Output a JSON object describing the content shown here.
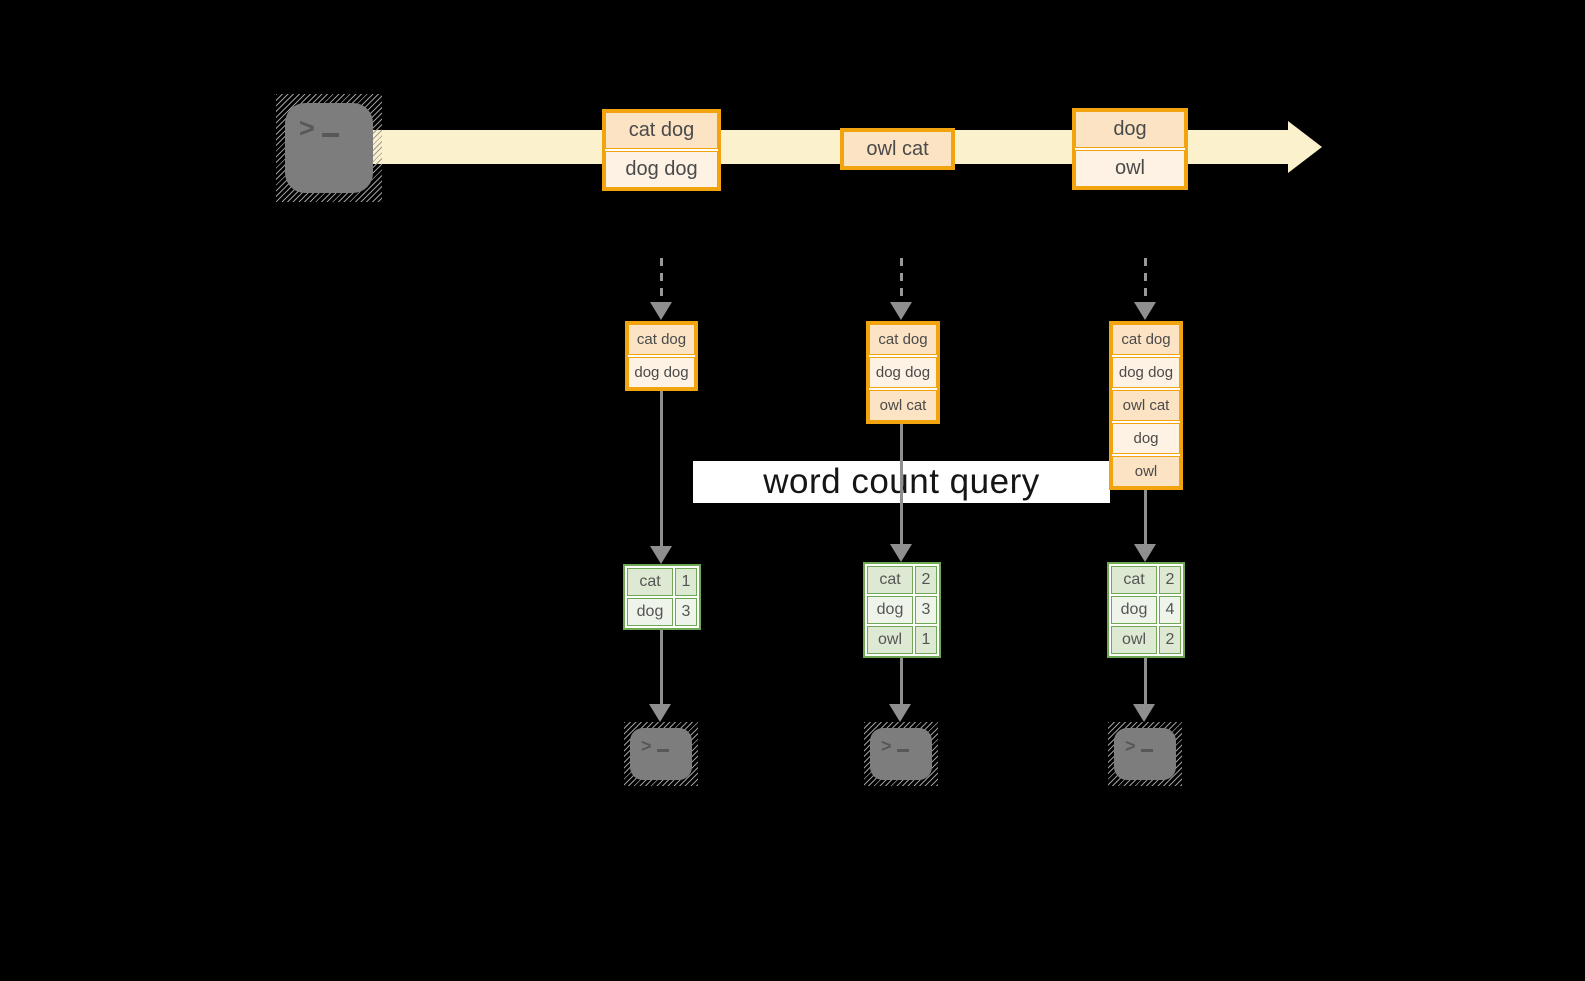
{
  "query_label": "word count query",
  "terminal": {
    "prompt": ">"
  },
  "stream": {
    "batches": [
      {
        "items": [
          "cat dog",
          "dog dog"
        ]
      },
      {
        "items": [
          "owl cat"
        ]
      },
      {
        "items": [
          "dog",
          "owl"
        ]
      }
    ]
  },
  "columns": [
    {
      "input_rows": [
        "cat dog",
        "dog dog"
      ],
      "counts": [
        {
          "word": "cat",
          "count": 1
        },
        {
          "word": "dog",
          "count": 3
        }
      ]
    },
    {
      "input_rows": [
        "cat dog",
        "dog dog",
        "owl cat"
      ],
      "counts": [
        {
          "word": "cat",
          "count": 2
        },
        {
          "word": "dog",
          "count": 3
        },
        {
          "word": "owl",
          "count": 1
        }
      ]
    },
    {
      "input_rows": [
        "cat dog",
        "dog dog",
        "owl cat",
        "dog",
        "owl"
      ],
      "counts": [
        {
          "word": "cat",
          "count": 2
        },
        {
          "word": "dog",
          "count": 4
        },
        {
          "word": "owl",
          "count": 2
        }
      ]
    }
  ],
  "colors": {
    "background": "#000000",
    "stream_band": "#fbf2cd",
    "box_border": "#f1a40e",
    "box_fill_dark": "#fbe3c4",
    "box_fill_light": "#fdf2e4",
    "table_border": "#6fa853",
    "table_fill_dark": "#dde9d3",
    "table_fill_light": "#eef4ea",
    "arrow": "#8f8f8f",
    "dash": "#999999",
    "terminal_fill": "#7d7d7d",
    "query_bg": "#ffffff",
    "query_text": "#151515",
    "label_text": "#4a4a4a"
  }
}
